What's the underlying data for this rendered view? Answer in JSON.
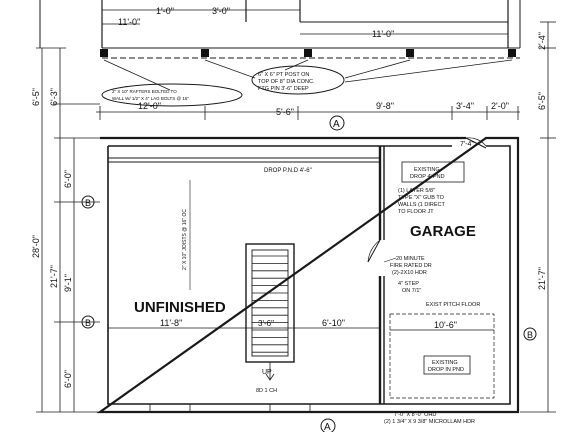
{
  "rooms": {
    "unfinished": "UNFINISHED",
    "garage": "GARAGE"
  },
  "top_dims": {
    "d_11_0_left": "11'-0\"",
    "d_1_0": "1'-0\"",
    "d_3_0": "3'-0\"",
    "d_11_0_right": "11'-0\"",
    "d_12_0": "12'-0\"",
    "d_5_6": "5'-6\"",
    "d_9_8": "9'-8\"",
    "d_3_4": "3'-4\"",
    "d_2_0": "2'-0\""
  },
  "side_dims": {
    "left_6_5": "6'-5\"",
    "left_6_3": "6'-3\"",
    "left_6_0_top": "6'-0\"",
    "left_28_0": "28'-0\"",
    "left_21_7": "21'-7\"",
    "left_9_1": "9'-1\"",
    "left_6_0_bottom": "6'-0\"",
    "right_2_4": "2'-4\"",
    "right_6_5": "6'-5\"",
    "right_21_7": "21'-7\""
  },
  "interior_dims": {
    "d_11_8": "11'-8\"",
    "d_3_6": "3'-6\"",
    "d_6_10": "6'-10\"",
    "d_10_6": "10'-6\"",
    "d_7_4": "7'-4\"",
    "d_4_step": "4\" STEP",
    "d_4_step_2": "ON 7/1\""
  },
  "notes": {
    "post_1": "6\" X 6\" PT POST ON",
    "post_2": "TOP OF 8\" DIA CONC.",
    "post_3": "FTG PIN 3'-6\" DEEP",
    "ledger_1": "2\" X 10\" RAFTERS BOLTED TO",
    "ledger_2": "WALL W/ 1/2\" X 4\" LAG BOLTS @ 16\"",
    "drop_top": "DROP P.N.D 4'-6\"",
    "joists": "2\" X 10\" JOISTS @ 16\" OC",
    "existing_drop_top_1": "EXISTING",
    "existing_drop_top_2": "DROP 4' PND",
    "layer_1": "(1) LAYER 5/8\"",
    "layer_2": "TYPE \"X\" GUB TO",
    "layer_3": "WALLS (1 DIRECT",
    "layer_4": "TO FLOOR JT",
    "fire_1": "20 MINUTE",
    "fire_2": "FIRE RATED DR",
    "fire_3": "(2)-2X10 HDR",
    "exist_pitch": "EXIST PITCH FLOOR",
    "existing_drop_bot_1": "EXISTING",
    "existing_drop_bot_2": "DROP IN PND",
    "door_1": "7'-0\" X 8'-0\" OHD",
    "door_2": "(2) 1 3/4\" X 9 3/8\" MICROLLAM HDR",
    "stair_label": "UP",
    "stair_note": "8D 1 CH"
  },
  "markers": {
    "a_top": "A",
    "a_bottom": "A",
    "b_left_top": "B",
    "b_left_bottom": "B",
    "b_right": "B"
  }
}
